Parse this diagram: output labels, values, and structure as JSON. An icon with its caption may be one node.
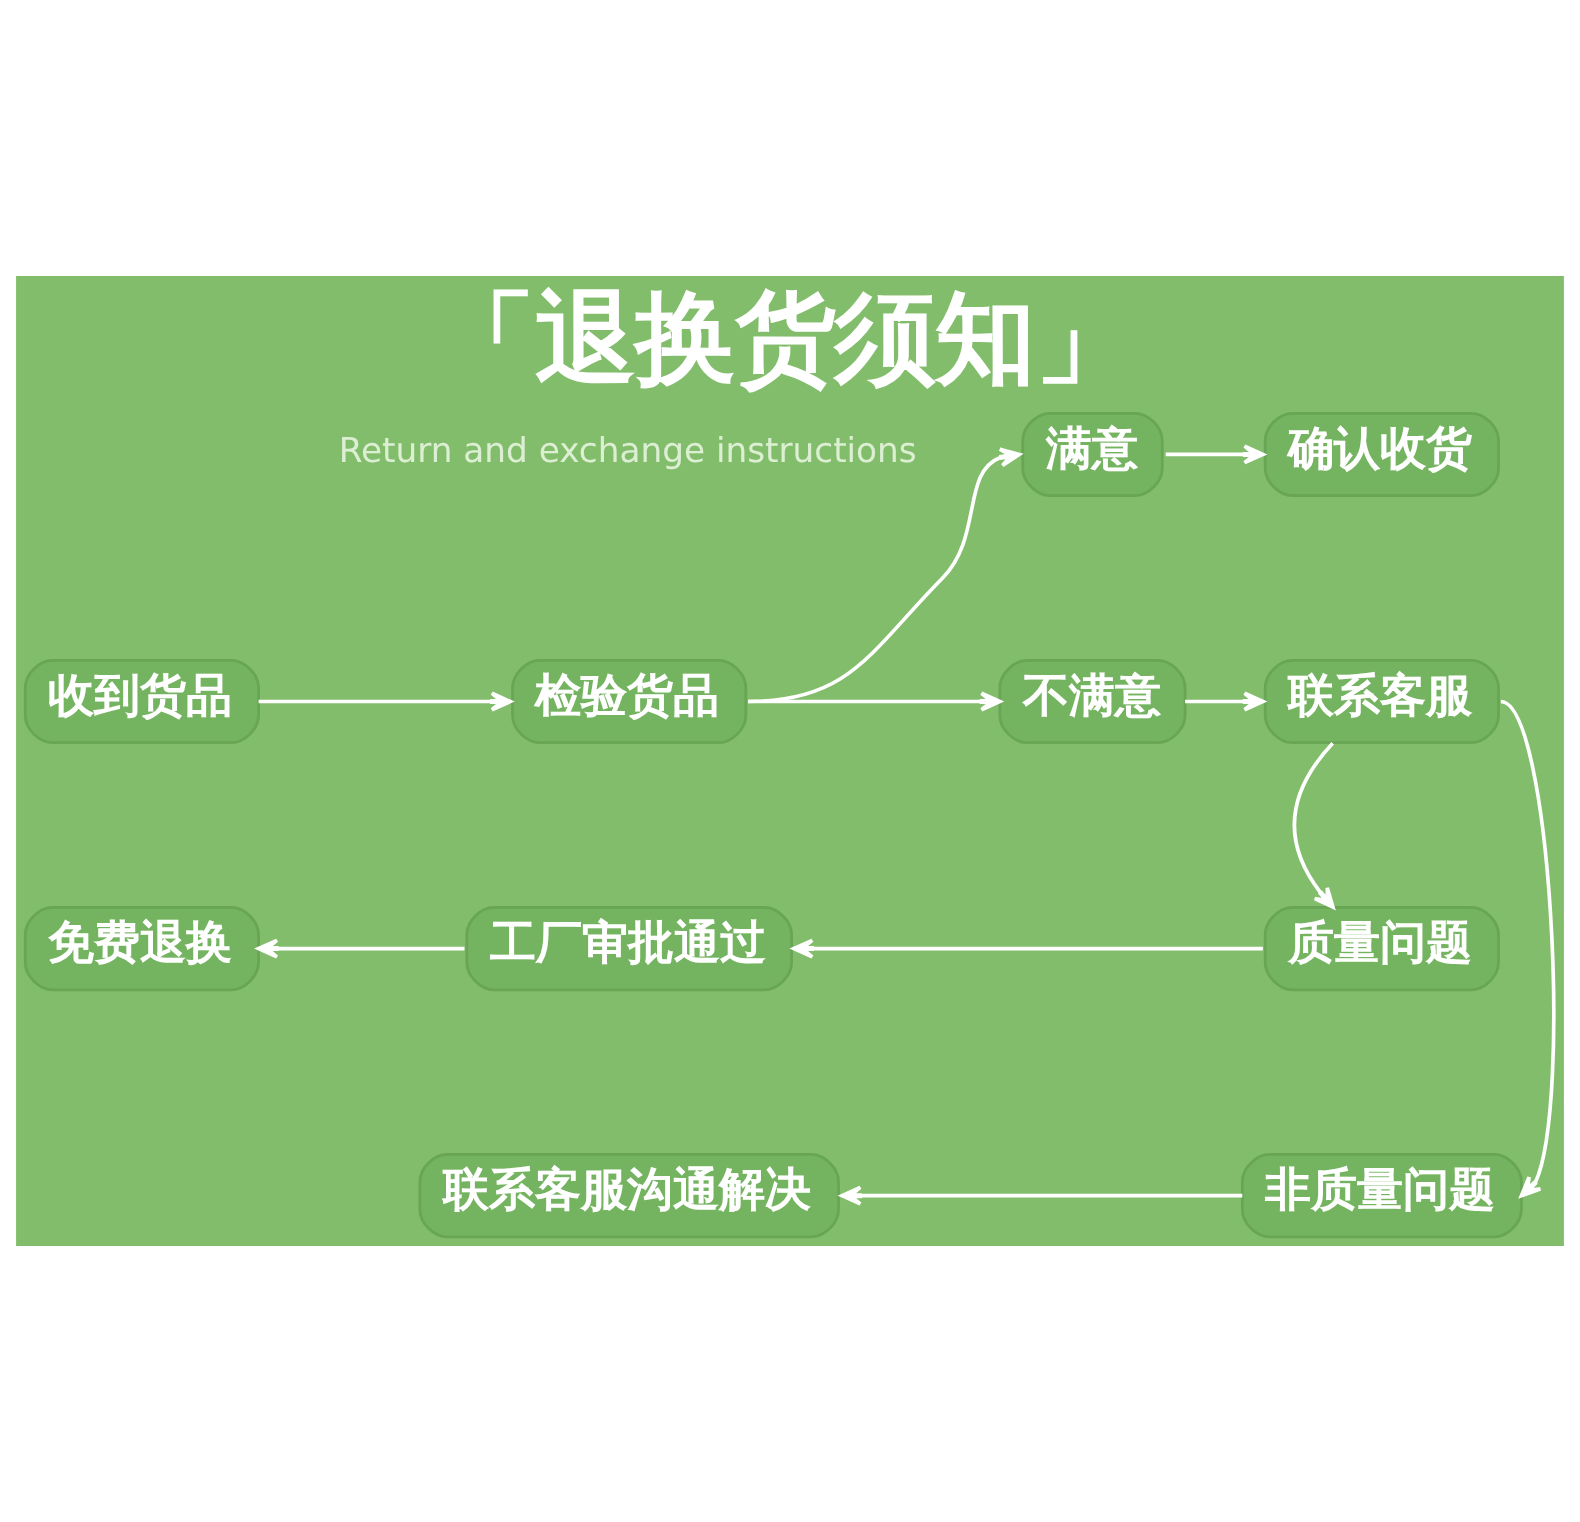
{
  "diagram": {
    "title": "「退换货须知」",
    "nodes": [
      {
        "text": [
          "收到货品"
        ]
      },
      {
        "text": [
          "检验货品"
        ]
      },
      {
        "text": [
          "满意"
        ]
      },
      {
        "text": [
          "确认收货"
        ]
      },
      {
        "text": [
          "不满意"
        ]
      },
      {
        "text": [
          "联系客服"
        ]
      },
      {
        "text": [
          "质量问题"
        ]
      },
      {
        "text": [
          "工厂审批通过"
        ]
      },
      {
        "text": [
          "免费退换"
        ]
      },
      {
        "text": [
          "非质量问题"
        ]
      },
      {
        "text": [
          "联系客服沟通解决"
        ]
      }
    ],
    "edges": [
      {
        "from": 0,
        "to": 1,
        "arrow": "to"
      },
      {
        "from": 1,
        "to": 2,
        "arrow": "to"
      },
      {
        "from": 1,
        "to": 4,
        "arrow": "to"
      },
      {
        "from": 2,
        "to": 3,
        "arrow": "to"
      },
      {
        "from": 4,
        "to": 5,
        "arrow": "to"
      },
      {
        "from": 5,
        "to": 6,
        "arrow": "to"
      },
      {
        "from": 5,
        "to": 9,
        "arrow": "to"
      },
      {
        "from": 6,
        "to": 7,
        "arrow": "to"
      },
      {
        "from": 7,
        "to": 8,
        "arrow": "to"
      },
      {
        "from": 9,
        "to": 10,
        "arrow": "to"
      }
    ],
    "labels": [
      "Return and exchange instructions"
    ]
  }
}
